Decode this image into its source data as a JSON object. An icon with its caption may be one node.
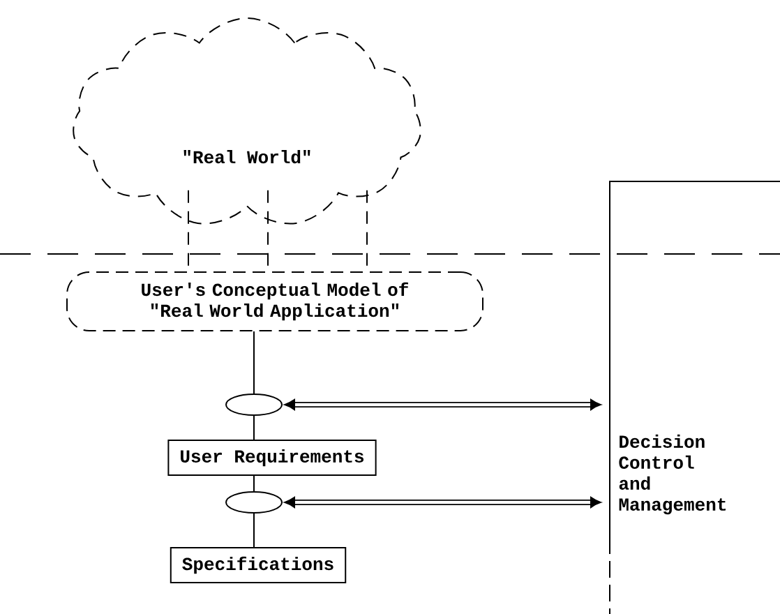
{
  "diagram": {
    "nodes": [
      {
        "text": [
          "\"Real World\""
        ]
      },
      {
        "text": [
          "User's Conceptual Model of \"Real World Application\""
        ]
      },
      {
        "text": [],
        "shape": "ellipse"
      },
      {
        "text": [
          "User Requirements"
        ]
      },
      {
        "text": [],
        "shape": "ellipse"
      },
      {
        "text": [
          "Specifications"
        ]
      },
      {
        "text": [
          "Decision Control and Management"
        ]
      }
    ],
    "edges": [
      {
        "from": 0,
        "to": 1,
        "arrow": "none",
        "style": "dashed"
      },
      {
        "from": 0,
        "to": 1,
        "arrow": "none",
        "style": "dashed"
      },
      {
        "from": 0,
        "to": 1,
        "arrow": "none",
        "style": "dashed"
      },
      {
        "from": 1,
        "to": 2,
        "arrow": "none"
      },
      {
        "from": 2,
        "to": 3,
        "arrow": "none"
      },
      {
        "from": 3,
        "to": 4,
        "arrow": "none"
      },
      {
        "from": 4,
        "to": 5,
        "arrow": "none"
      },
      {
        "from": 2,
        "to": 6,
        "arrow": "both",
        "style": "thick"
      },
      {
        "from": 4,
        "to": 6,
        "arrow": "both",
        "style": "thick"
      }
    ]
  }
}
